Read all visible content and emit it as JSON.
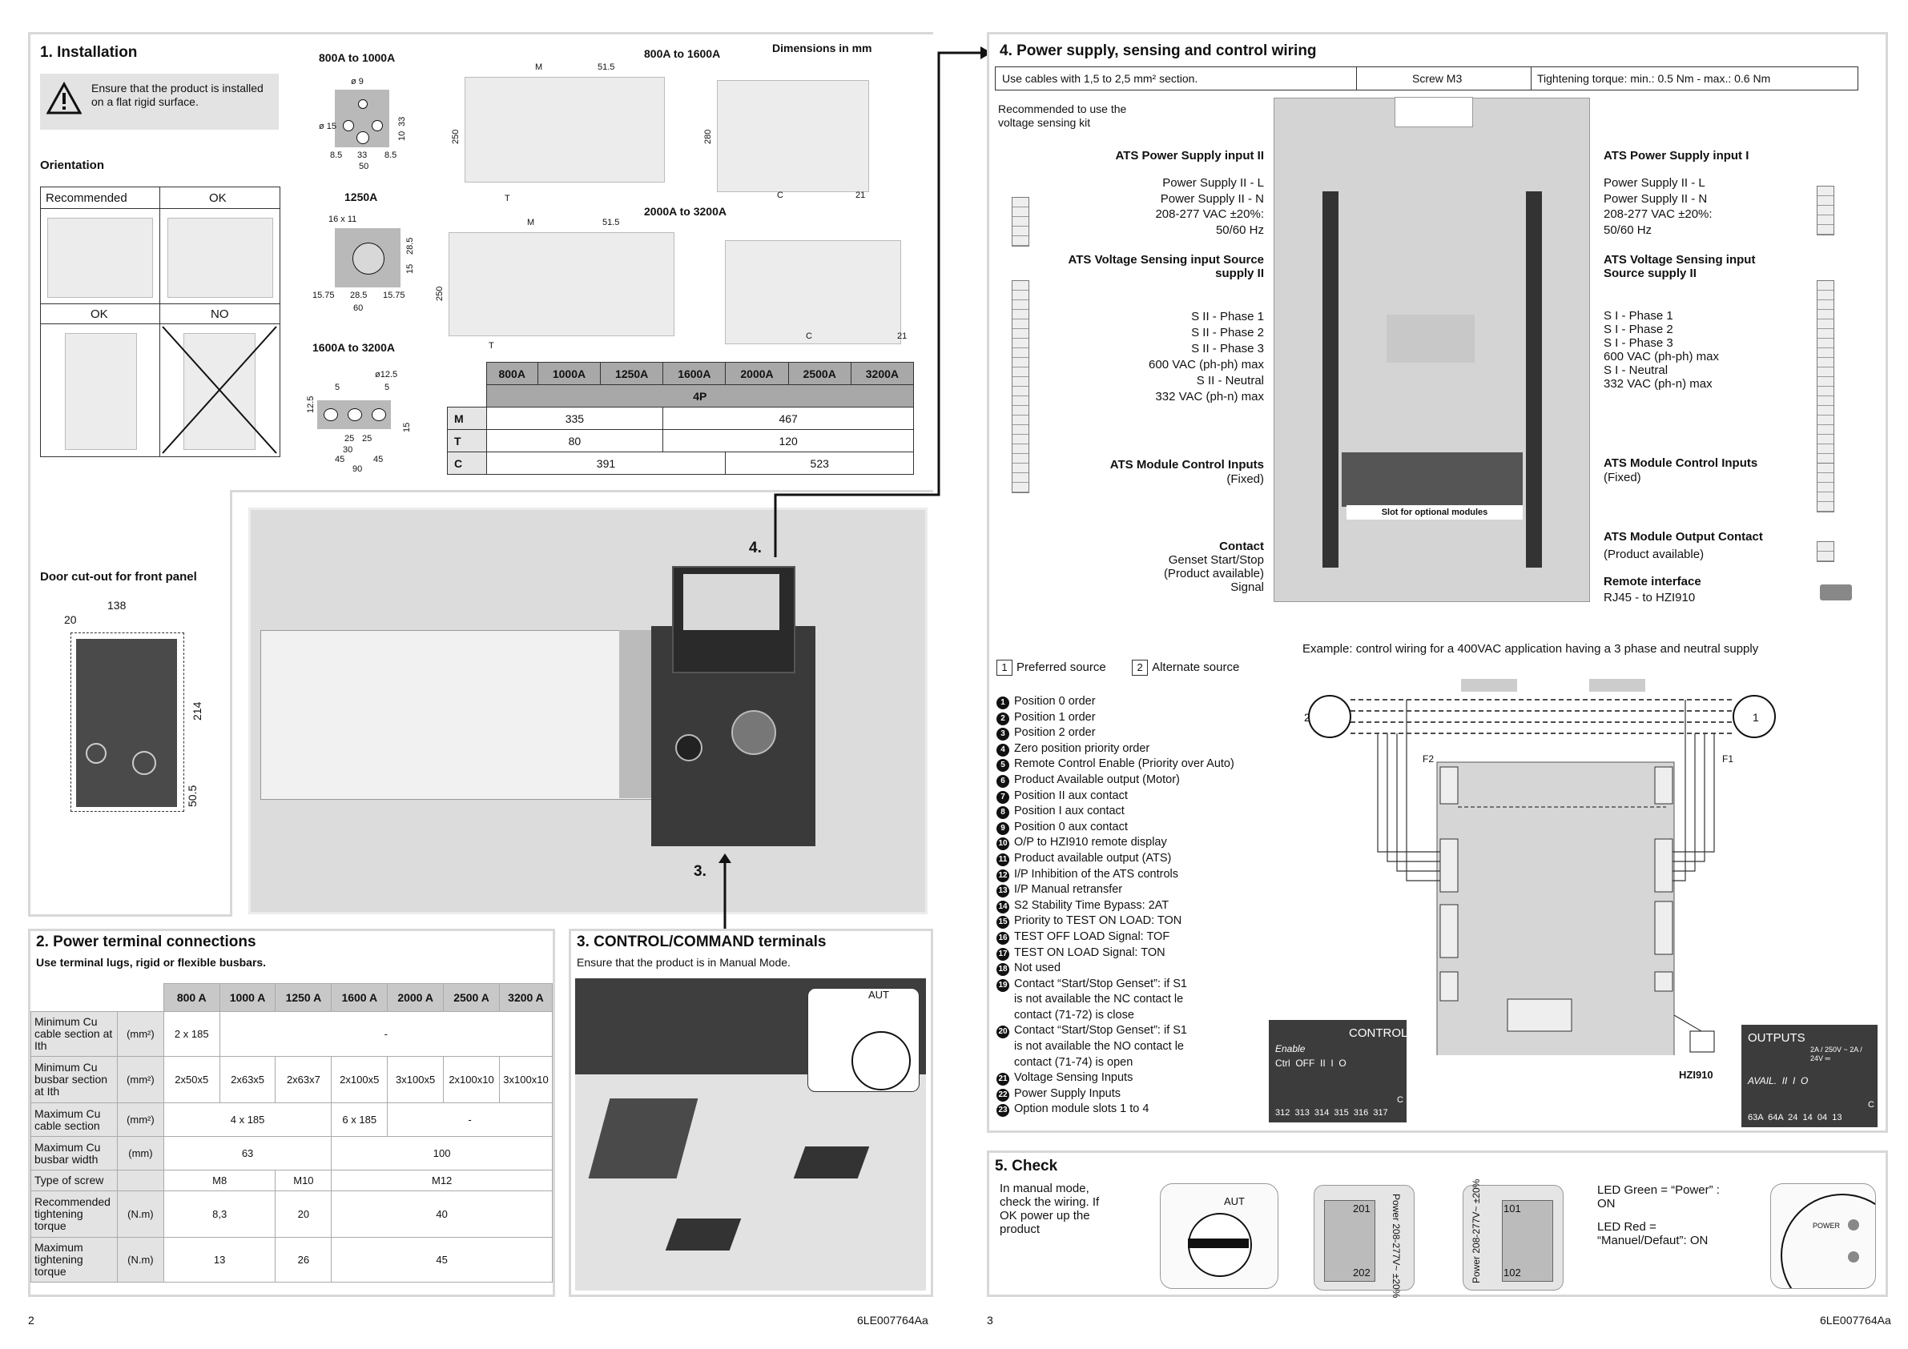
{
  "left_page": {
    "installation": {
      "title": "1. Installation",
      "warning": "Ensure that the product is installed on a flat rigid surface.",
      "orientation_label": "Orientation",
      "orientation_cells": [
        "Recommended",
        "OK",
        "OK",
        "NO"
      ],
      "door_cutout_label": "Door cut-out for front panel",
      "door_dims": {
        "w": "138",
        "margin": "20",
        "h": "214",
        "b": "50.5"
      },
      "dimensions_label": "Dimensions in mm",
      "busbar_labels": {
        "a": "800A to 1000A",
        "b": "1250A",
        "c": "1600A to 3200A"
      },
      "busbar_dims_a": {
        "hole": "ø 9",
        "side": "ø 15",
        "s1": "8.5",
        "s2": "33",
        "s3": "8.5",
        "w": "50",
        "v1": "10",
        "v2": "33"
      },
      "busbar_dims_b": {
        "hole": "16 x 11",
        "s1": "15.75",
        "s2": "28.5",
        "s3": "15.75",
        "w": "60",
        "v1": "15",
        "v2": "28.5"
      },
      "busbar_dims_c": {
        "hole": "ø12.5",
        "a": "5",
        "b": "5",
        "v": "12.5",
        "s1": "25",
        "s2": "25",
        "s3": "30",
        "s4": "45",
        "s5": "45",
        "w": "90",
        "r": "15"
      },
      "drawing_labels": {
        "top1": "800A to 1600A",
        "top2": "2000A to 3200A",
        "M": "M",
        "T": "T",
        "C": "C",
        "d1": "51.5",
        "h250": "250",
        "h280": "280",
        "d21": "21"
      },
      "dim_table": {
        "headers": [
          "800A",
          "1000A",
          "1250A",
          "1600A",
          "2000A",
          "2500A",
          "3200A"
        ],
        "sub": "4P",
        "rows": [
          {
            "label": "M",
            "a": "335",
            "b": "467"
          },
          {
            "label": "T",
            "a": "80",
            "b": "120"
          },
          {
            "label": "C",
            "a": "391",
            "b": "523"
          }
        ]
      },
      "callouts": {
        "c4": "4.",
        "c3": "3."
      }
    },
    "power_terminal": {
      "title": "2. Power terminal connections",
      "subtitle": "Use terminal lugs, rigid or flexible busbars.",
      "columns": [
        "800 A",
        "1000 A",
        "1250 A",
        "1600 A",
        "2000 A",
        "2500 A",
        "3200 A"
      ],
      "rows": [
        {
          "label": "Minimum Cu cable section at Ith",
          "unit": "(mm²)",
          "cells": [
            "2 x 185",
            "-"
          ]
        },
        {
          "label": "Minimum Cu busbar section at Ith",
          "unit": "(mm²)",
          "cells": [
            "2x50x5",
            "2x63x5",
            "2x63x7",
            "2x100x5",
            "3x100x5",
            "2x100x10",
            "3x100x10"
          ]
        },
        {
          "label": "Maximum Cu cable section",
          "unit": "(mm²)",
          "cells": [
            "4 x 185",
            "6 x 185",
            "-"
          ]
        },
        {
          "label": "Maximum Cu busbar width",
          "unit": "(mm)",
          "cells": [
            "63",
            "100"
          ]
        },
        {
          "label": "Type of screw",
          "unit": "",
          "cells": [
            "M8",
            "M10",
            "M12"
          ]
        },
        {
          "label": "Recommended tightening torque",
          "unit": "(N.m)",
          "cells": [
            "8,3",
            "20",
            "40"
          ]
        },
        {
          "label": "Maximum tightening torque",
          "unit": "(N.m)",
          "cells": [
            "13",
            "26",
            "45"
          ]
        }
      ]
    },
    "control_terminals": {
      "title": "3. CONTROL/COMMAND terminals",
      "subtitle": "Ensure that the product is in Manual Mode.",
      "aut": "AUT"
    },
    "footer": {
      "page": "2",
      "ref": "6LE007764Aa"
    }
  },
  "right_page": {
    "wiring": {
      "title": "4. Power supply, sensing and control wiring",
      "spec_row": [
        "Use cables with 1,5 to 2,5 mm² section.",
        "Screw M3",
        "Tightening torque: min.: 0.5 Nm - max.: 0.6 Nm"
      ],
      "recommended": "Recommended to use the voltage sensing kit",
      "left_labels": [
        {
          "title": "ATS Power Supply input II",
          "lines": [
            "Power Supply II - L",
            "Power Supply II - N",
            "208-277 VAC ±20%:",
            "50/60 Hz"
          ]
        },
        {
          "title": "ATS Voltage Sensing input Source supply II",
          "lines": [
            "S II - Phase 1",
            "S II - Phase 2",
            "S II - Phase 3",
            "600 VAC (ph-ph) max",
            "S II - Neutral",
            "332 VAC (ph-n) max"
          ]
        },
        {
          "title": "ATS Module Control Inputs",
          "lines": [
            "(Fixed)"
          ]
        },
        {
          "title": "Contact",
          "lines": [
            "Genset Start/Stop",
            "(Product available)",
            "Signal"
          ]
        }
      ],
      "right_labels": [
        {
          "title": "ATS Power Supply input I",
          "lines": [
            "Power Supply II - L",
            "Power Supply II - N",
            "208-277 VAC ±20%:",
            "50/60 Hz"
          ]
        },
        {
          "title": "ATS Voltage Sensing input Source supply II",
          "lines": [
            "S I - Phase 1",
            "S I - Phase 2",
            "S I - Phase 3",
            "600 VAC (ph-ph) max",
            "S I - Neutral",
            "332 VAC (ph-n) max"
          ]
        },
        {
          "title": "ATS Module Control Inputs",
          "lines": [
            "(Fixed)"
          ]
        },
        {
          "title": "ATS Module Output Contact",
          "lines": [
            "(Product available)"
          ]
        },
        {
          "title": "Remote interface",
          "lines": [
            "RJ45 - to HZI910"
          ]
        }
      ],
      "slot_label": "Slot for optional modules",
      "example_title": "Example: control wiring for a 400VAC application having a 3 phase and neutral supply",
      "sources": {
        "p_num": "1",
        "p_label": "Preferred source",
        "a_num": "2",
        "a_label": "Alternate source"
      },
      "legend": [
        {
          "n": "1",
          "lines": [
            "Position 0 order"
          ]
        },
        {
          "n": "2",
          "lines": [
            "Position 1 order"
          ]
        },
        {
          "n": "3",
          "lines": [
            "Position 2 order"
          ]
        },
        {
          "n": "4",
          "lines": [
            "Zero position priority order"
          ]
        },
        {
          "n": "5",
          "lines": [
            "Remote Control Enable (Priority over Auto)"
          ]
        },
        {
          "n": "6",
          "lines": [
            "Product Available output (Motor)"
          ]
        },
        {
          "n": "7",
          "lines": [
            "Position II aux contact"
          ]
        },
        {
          "n": "8",
          "lines": [
            "Position I aux contact"
          ]
        },
        {
          "n": "9",
          "lines": [
            "Position 0 aux contact"
          ]
        },
        {
          "n": "10",
          "lines": [
            "O/P to HZI910 remote display"
          ]
        },
        {
          "n": "11",
          "lines": [
            "Product available output (ATS)"
          ]
        },
        {
          "n": "12",
          "lines": [
            "I/P Inhibition of the ATS controls"
          ]
        },
        {
          "n": "13",
          "lines": [
            "I/P Manual retransfer"
          ]
        },
        {
          "n": "14",
          "lines": [
            "S2 Stability Time Bypass: 2AT"
          ]
        },
        {
          "n": "15",
          "lines": [
            "Priority to TEST ON LOAD: TON"
          ]
        },
        {
          "n": "16",
          "lines": [
            "TEST OFF LOAD Signal: TOF"
          ]
        },
        {
          "n": "17",
          "lines": [
            "TEST ON LOAD Signal: TON"
          ]
        },
        {
          "n": "18",
          "lines": [
            "Not used"
          ]
        },
        {
          "n": "19",
          "lines": [
            "Contact “Start/Stop Genset”: if S1",
            "is not available the NC contact le",
            "contact (71-72) is close"
          ]
        },
        {
          "n": "20",
          "lines": [
            "Contact “Start/Stop Genset”: if S1",
            "is not available the NO contact le",
            "contact (71-74) is open"
          ]
        },
        {
          "n": "21",
          "lines": [
            "Voltage Sensing Inputs"
          ]
        },
        {
          "n": "22",
          "lines": [
            "Power Supply Inputs"
          ]
        },
        {
          "n": "23",
          "lines": [
            "Option module slots 1 to 4"
          ]
        }
      ],
      "control_box": {
        "title": "CONTROL",
        "enable": "Enable",
        "row": "Ctrl  OFF  II  I  O",
        "terminals": "312  313  314  315  316  317",
        "c": "C"
      },
      "outputs_box": {
        "title": "OUTPUTS",
        "rating": "2A / 250V ~  2A / 24V ═",
        "avail": "AVAIL.  II  I  O",
        "terminals": "63A  64A  24  14  04  13",
        "c": "C"
      },
      "hzi": "HZI910",
      "f1": "F1",
      "f2": "F2"
    },
    "check": {
      "title": "5. Check",
      "text": "In manual mode, check the wiring. If OK power up the product",
      "aut": "AUT",
      "term_a": {
        "t1": "201",
        "t2": "202",
        "side": "Power 208-277V~ ±20%"
      },
      "term_b": {
        "t1": "101",
        "t2": "102",
        "side": "Power 208-277V~ ±20%"
      },
      "led_green": "LED Green = “Power” : ON",
      "led_red": "LED Red = “Manuel/Defaut”: ON",
      "power_label": "POWER"
    },
    "footer": {
      "page": "3",
      "ref": "6LE007764Aa"
    }
  }
}
